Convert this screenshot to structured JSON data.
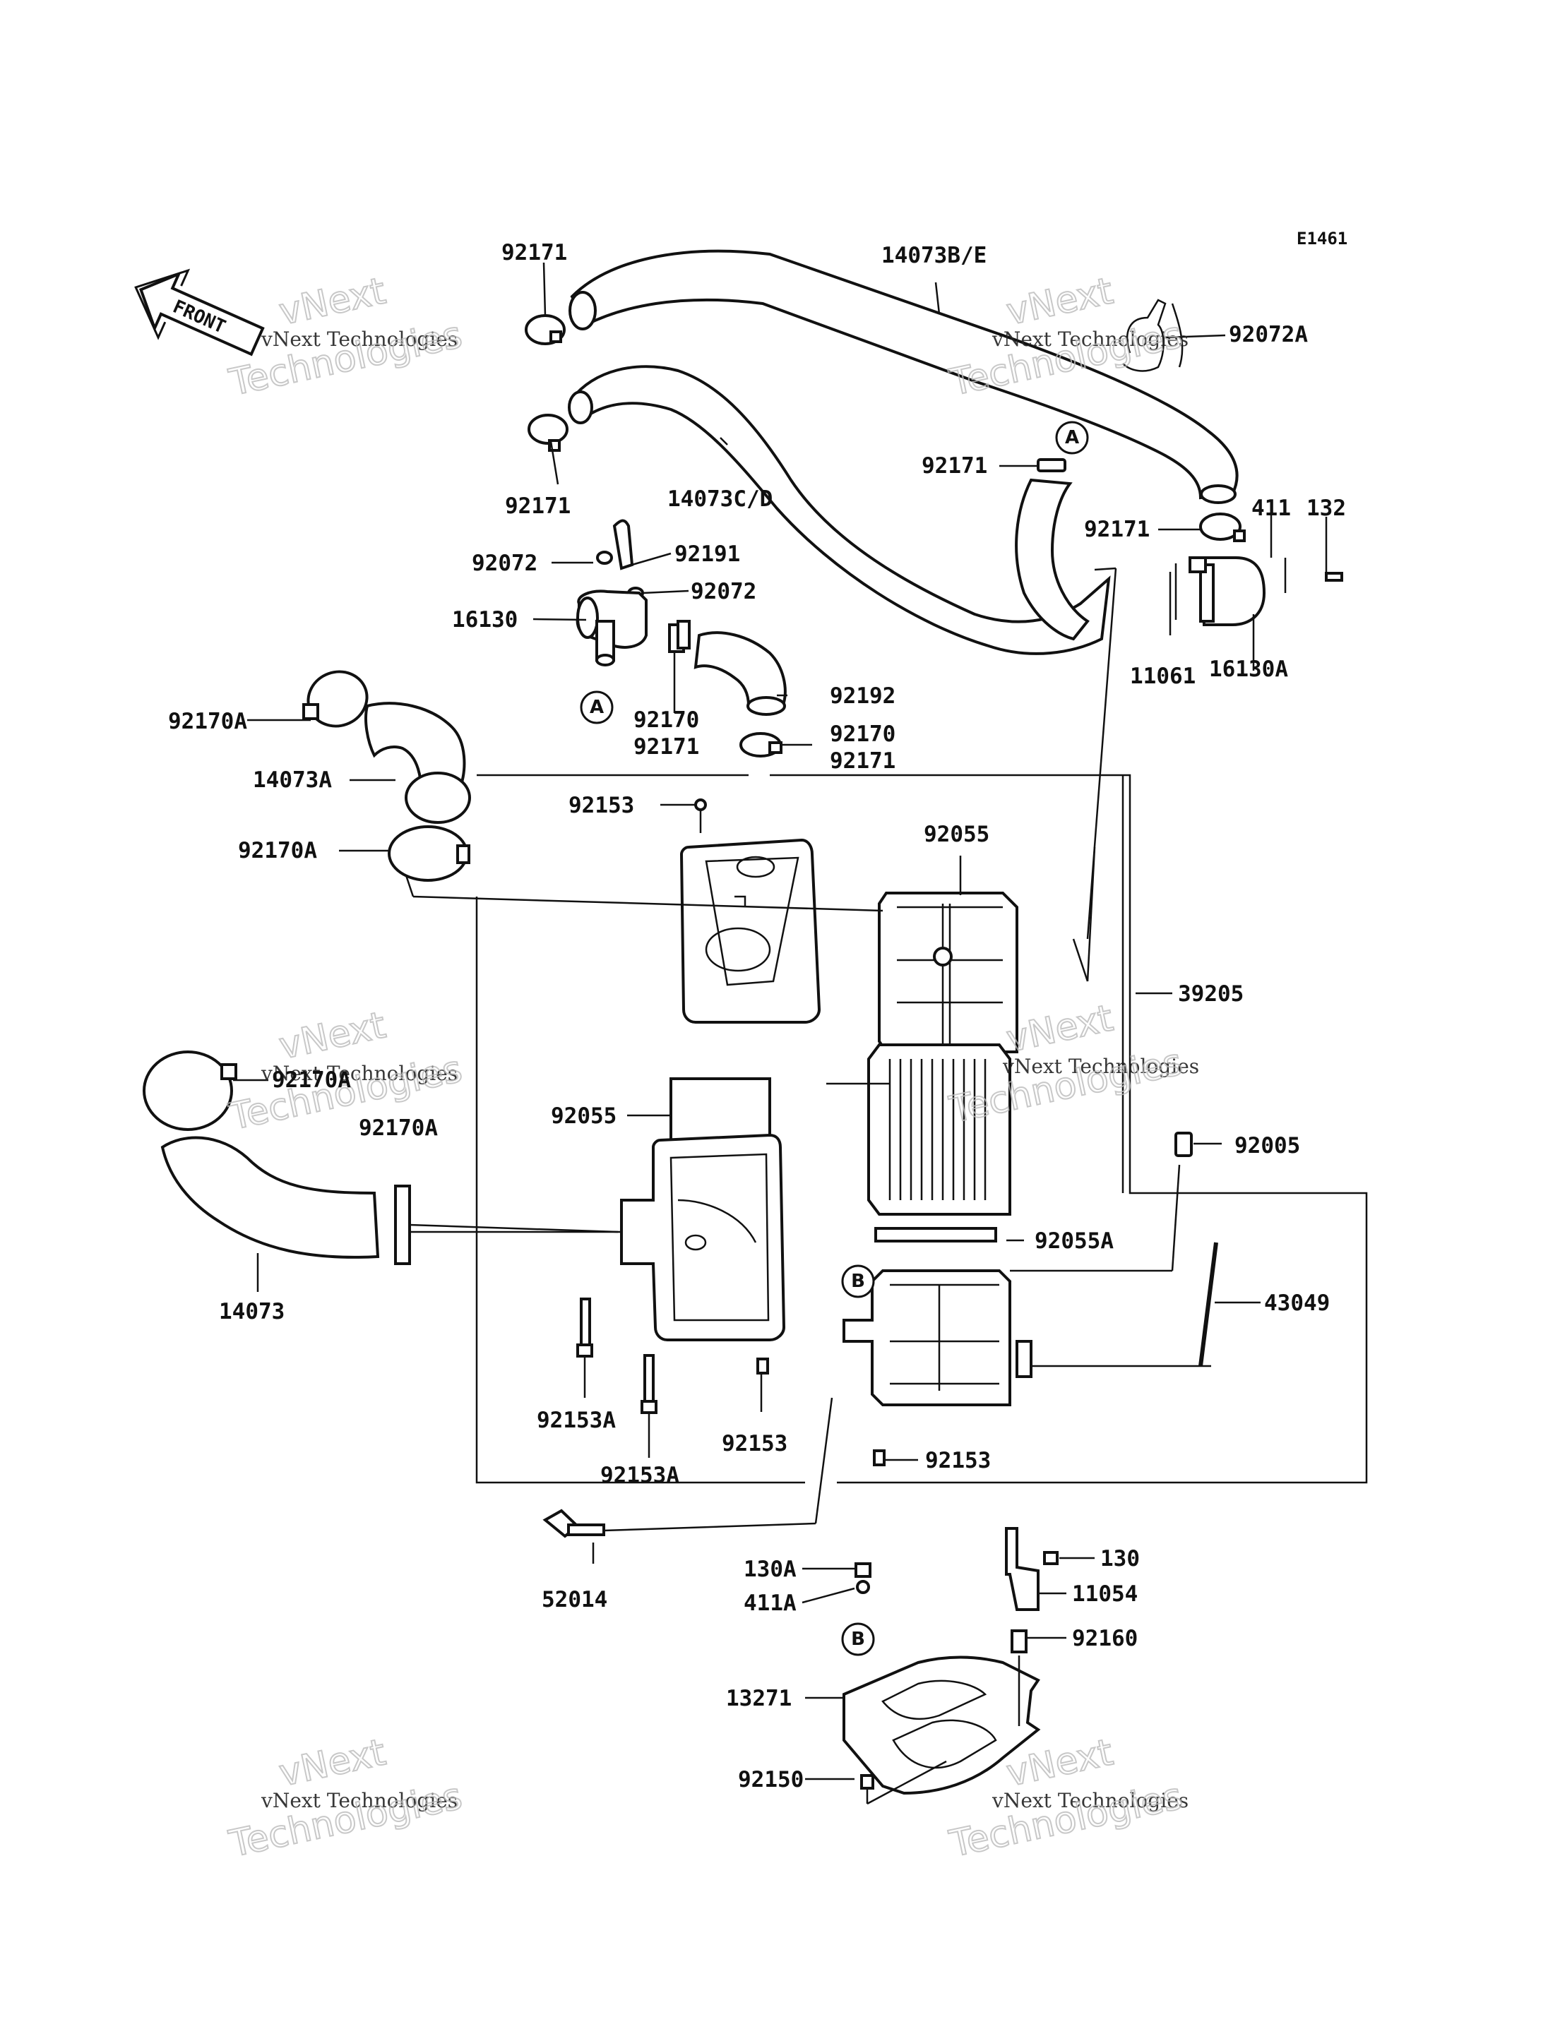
{
  "diagram_code": "E1461",
  "front_label": "FRONT",
  "watermark": {
    "line1": "vNext Technologies",
    "line2": "Technologies",
    "line3": "vNext"
  },
  "callouts": {
    "A": "A",
    "B": "B"
  },
  "parts": [
    {
      "id": "p1",
      "label": "92171"
    },
    {
      "id": "p2",
      "label": "14073B/E"
    },
    {
      "id": "p3",
      "label": "92072A"
    },
    {
      "id": "p4",
      "label": "92171"
    },
    {
      "id": "p5",
      "label": "14073C/D"
    },
    {
      "id": "p6",
      "label": "92171"
    },
    {
      "id": "p7",
      "label": "92171"
    },
    {
      "id": "p8",
      "label": "411"
    },
    {
      "id": "p9",
      "label": "132"
    },
    {
      "id": "p10",
      "label": "92072"
    },
    {
      "id": "p11",
      "label": "92191"
    },
    {
      "id": "p12",
      "label": "92072"
    },
    {
      "id": "p13",
      "label": "16130"
    },
    {
      "id": "p14",
      "label": "11061"
    },
    {
      "id": "p15",
      "label": "16130A"
    },
    {
      "id": "p16",
      "label": "92170A"
    },
    {
      "id": "p17",
      "label": "92192"
    },
    {
      "id": "p18",
      "label": "92170"
    },
    {
      "id": "p19",
      "label": "92171"
    },
    {
      "id": "p20",
      "label": "92170"
    },
    {
      "id": "p21",
      "label": "92171"
    },
    {
      "id": "p22",
      "label": "14073A"
    },
    {
      "id": "p23",
      "label": "92153"
    },
    {
      "id": "p24",
      "label": "92170A"
    },
    {
      "id": "p25",
      "label": "92055"
    },
    {
      "id": "p26",
      "label": "39205"
    },
    {
      "id": "p27",
      "label": "92170A"
    },
    {
      "id": "p28",
      "label": "92055"
    },
    {
      "id": "p29",
      "label": "92170A"
    },
    {
      "id": "p30",
      "label": "92005"
    },
    {
      "id": "p31",
      "label": "92055A"
    },
    {
      "id": "p32",
      "label": "43049"
    },
    {
      "id": "p33",
      "label": "14073"
    },
    {
      "id": "p34",
      "label": "92153A"
    },
    {
      "id": "p35",
      "label": "92153"
    },
    {
      "id": "p36",
      "label": "92153A"
    },
    {
      "id": "p37",
      "label": "92153"
    },
    {
      "id": "p38",
      "label": "130"
    },
    {
      "id": "p39",
      "label": "130A"
    },
    {
      "id": "p40",
      "label": "11054"
    },
    {
      "id": "p41",
      "label": "411A"
    },
    {
      "id": "p42",
      "label": "52014"
    },
    {
      "id": "p43",
      "label": "92160"
    },
    {
      "id": "p44",
      "label": "13271"
    },
    {
      "id": "p45",
      "label": "92150"
    }
  ]
}
